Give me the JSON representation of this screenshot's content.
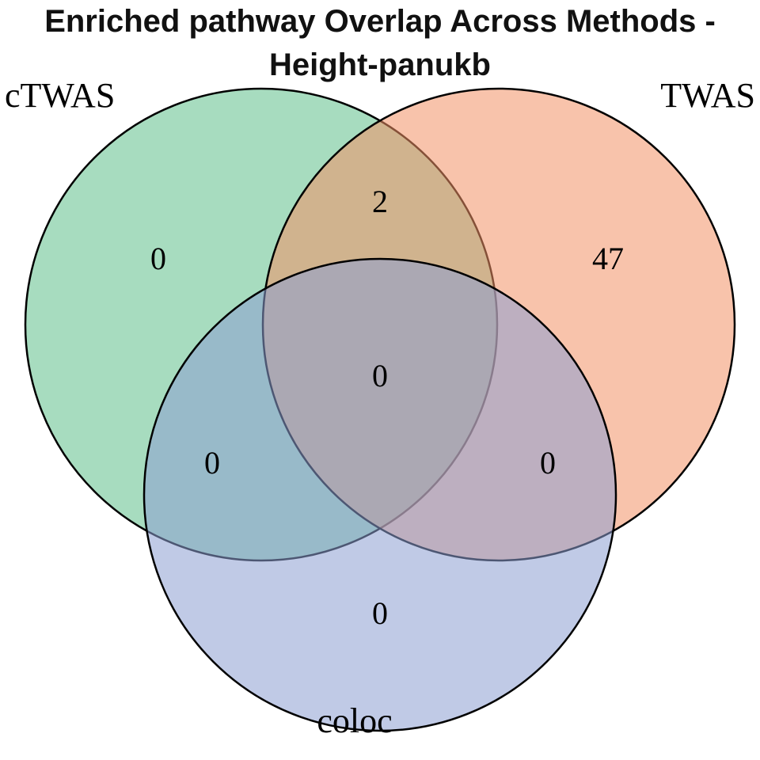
{
  "header": {
    "title_line1": "Enriched pathway Overlap Across Methods -",
    "title_line2": "Height-panukb"
  },
  "chart_data": {
    "type": "venn",
    "title": "Enriched pathway Overlap Across Methods - Height-panukb",
    "sets": [
      "cTWAS",
      "TWAS",
      "coloc"
    ],
    "regions": {
      "cTWAS_only": 0,
      "TWAS_only": 47,
      "coloc_only": 0,
      "cTWAS_TWAS": 2,
      "cTWAS_coloc": 0,
      "TWAS_coloc": 0,
      "cTWAS_TWAS_coloc": 0
    },
    "colors": {
      "cTWAS": "#5FBF8A",
      "TWAS": "#F29166",
      "coloc": "#8D9FD1",
      "stroke": "#000000"
    },
    "layout": {
      "legend_position": "none",
      "label_positions": "cTWAS top-left, TWAS top-right, coloc bottom-center"
    }
  }
}
